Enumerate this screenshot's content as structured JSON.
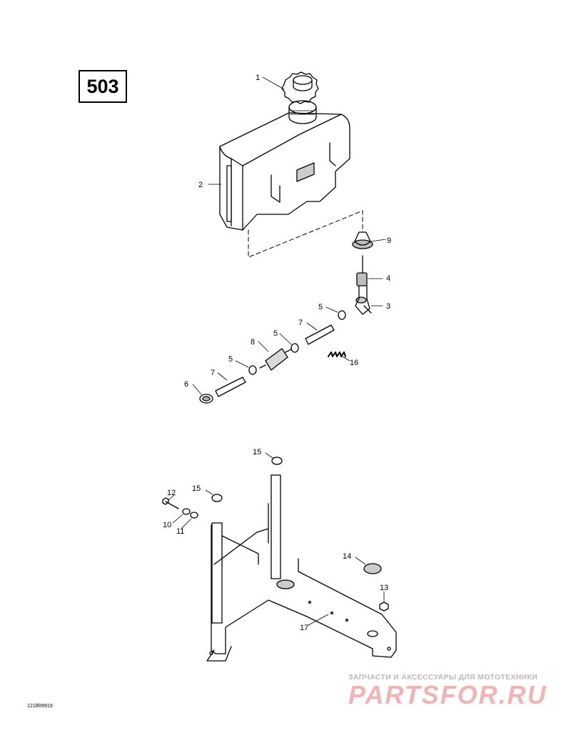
{
  "page_number": "503",
  "reference_code": "121lll09919",
  "watermark": {
    "line1": "ЗАПЧАСТИ И АКСЕССУАРЫ ДЛЯ МОТОТЕХНИКИ",
    "line2": "PARTSFOR.RU"
  },
  "callouts": [
    {
      "id": "c1",
      "label": "1"
    },
    {
      "id": "c2",
      "label": "2"
    },
    {
      "id": "c9",
      "label": "9"
    },
    {
      "id": "c4",
      "label": "4"
    },
    {
      "id": "c3",
      "label": "3"
    },
    {
      "id": "c5a",
      "label": "5"
    },
    {
      "id": "c7a",
      "label": "7"
    },
    {
      "id": "c5b",
      "label": "5"
    },
    {
      "id": "c8",
      "label": "8"
    },
    {
      "id": "c16",
      "label": "16"
    },
    {
      "id": "c5c",
      "label": "5"
    },
    {
      "id": "c7b",
      "label": "7"
    },
    {
      "id": "c6",
      "label": "6"
    },
    {
      "id": "c15a",
      "label": "15"
    },
    {
      "id": "c15b",
      "label": "15"
    },
    {
      "id": "c12",
      "label": "12"
    },
    {
      "id": "c10",
      "label": "10"
    },
    {
      "id": "c11",
      "label": "11"
    },
    {
      "id": "c14",
      "label": "14"
    },
    {
      "id": "c13",
      "label": "13"
    },
    {
      "id": "c17",
      "label": "17"
    }
  ]
}
